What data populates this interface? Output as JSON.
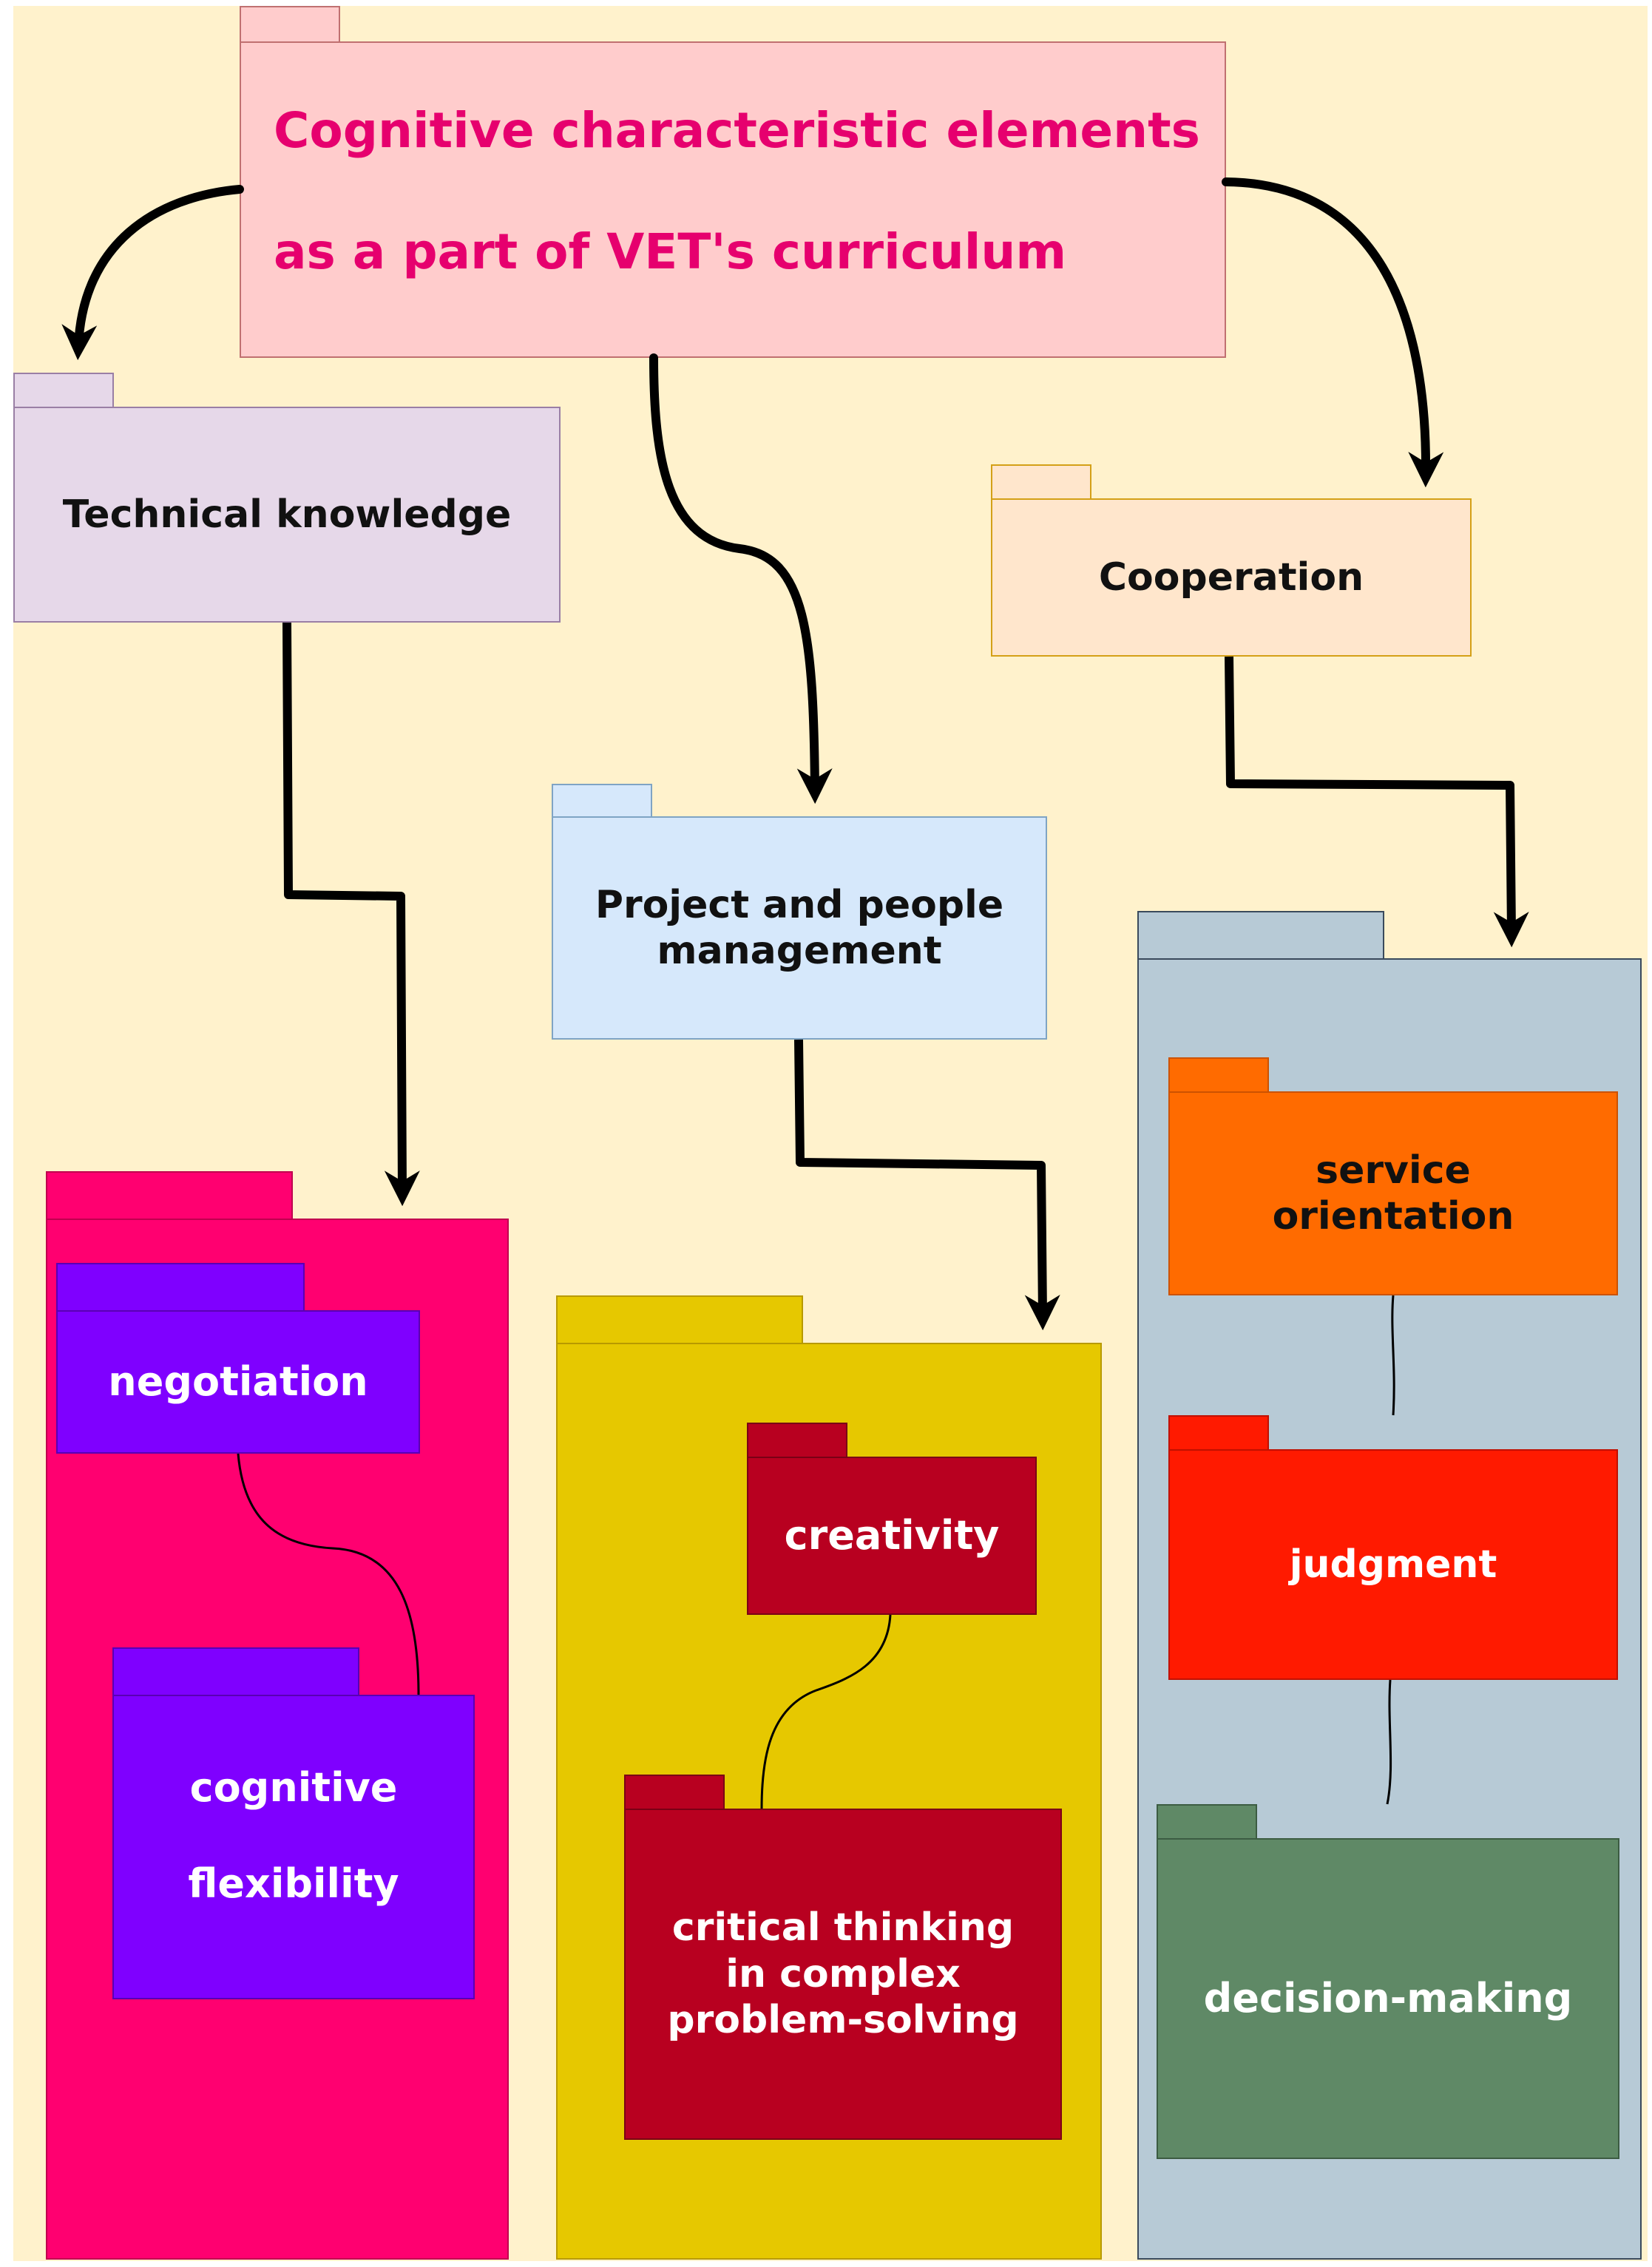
{
  "colors": {
    "background": "#fff2cc",
    "root_fill": "#ffcccc",
    "root_text": "#e6006e",
    "technical_fill": "#e6d8e9",
    "project_fill": "#d6e8fb",
    "cooperation_fill": "#ffe6cc",
    "magenta_group": "#ff0070",
    "purple_box": "#7f00ff",
    "yellow_group": "#e6c800",
    "crimson_box": "#b80020",
    "slate_group": "#b7cad6",
    "orange_box": "#ff6b00",
    "red_box": "#ff1a00",
    "green_box": "#5f8966"
  },
  "diagram": {
    "root": {
      "line1": "Cognitive characteristic elements",
      "line2": "as a part of VET's curriculum"
    },
    "technical": {
      "label": "Technical knowledge"
    },
    "project": {
      "label": "Project and people\nmanagement"
    },
    "cooperation": {
      "label": "Cooperation"
    },
    "negotiation": {
      "label": "negotiation"
    },
    "flexibility": {
      "line1": "cognitive",
      "line2": "flexibility"
    },
    "creativity": {
      "label": "creativity"
    },
    "critical": {
      "label": "critical thinking\nin complex\nproblem-solving"
    },
    "service": {
      "label": "service\norientation"
    },
    "judgment": {
      "label": "judgment"
    },
    "decision": {
      "label": "decision-making"
    }
  }
}
